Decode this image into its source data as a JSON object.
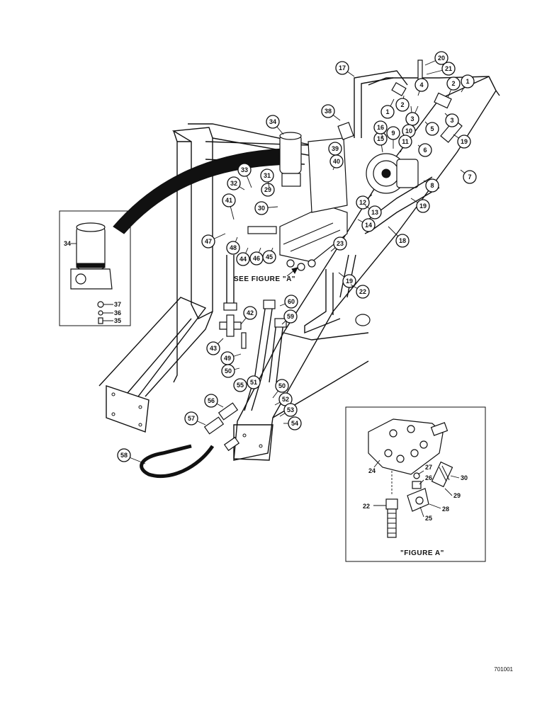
{
  "diagram": {
    "callouts": [
      {
        "id": "c1a",
        "label": "1"
      },
      {
        "id": "c2a",
        "label": "2"
      },
      {
        "id": "c3a",
        "label": "3"
      },
      {
        "id": "c4",
        "label": "4"
      },
      {
        "id": "c1b",
        "label": "1"
      },
      {
        "id": "c2b",
        "label": "2"
      },
      {
        "id": "c3b",
        "label": "3"
      },
      {
        "id": "c3c",
        "label": "3"
      },
      {
        "id": "c5",
        "label": "5"
      },
      {
        "id": "c6",
        "label": "6"
      },
      {
        "id": "c7",
        "label": "7"
      },
      {
        "id": "c8",
        "label": "8"
      },
      {
        "id": "c9",
        "label": "9"
      },
      {
        "id": "c10",
        "label": "10"
      },
      {
        "id": "c11",
        "label": "11"
      },
      {
        "id": "c12",
        "label": "12"
      },
      {
        "id": "c13",
        "label": "13"
      },
      {
        "id": "c14",
        "label": "14"
      },
      {
        "id": "c15",
        "label": "15"
      },
      {
        "id": "c16",
        "label": "16"
      },
      {
        "id": "c17",
        "label": "17"
      },
      {
        "id": "c18",
        "label": "18"
      },
      {
        "id": "c19a",
        "label": "19"
      },
      {
        "id": "c19b",
        "label": "19"
      },
      {
        "id": "c19c",
        "label": "19"
      },
      {
        "id": "c20",
        "label": "20"
      },
      {
        "id": "c21",
        "label": "21"
      },
      {
        "id": "c22",
        "label": "22"
      },
      {
        "id": "c23",
        "label": "23"
      },
      {
        "id": "c29",
        "label": "29"
      },
      {
        "id": "c30",
        "label": "30"
      },
      {
        "id": "c31",
        "label": "31"
      },
      {
        "id": "c32",
        "label": "32"
      },
      {
        "id": "c33",
        "label": "33"
      },
      {
        "id": "c34",
        "label": "34"
      },
      {
        "id": "c38",
        "label": "38"
      },
      {
        "id": "c39",
        "label": "39"
      },
      {
        "id": "c40",
        "label": "40"
      },
      {
        "id": "c41",
        "label": "41"
      },
      {
        "id": "c42",
        "label": "42"
      },
      {
        "id": "c43",
        "label": "43"
      },
      {
        "id": "c44",
        "label": "44"
      },
      {
        "id": "c45",
        "label": "45"
      },
      {
        "id": "c46",
        "label": "46"
      },
      {
        "id": "c47",
        "label": "47"
      },
      {
        "id": "c48",
        "label": "48"
      },
      {
        "id": "c49",
        "label": "49"
      },
      {
        "id": "c50a",
        "label": "50"
      },
      {
        "id": "c50b",
        "label": "50"
      },
      {
        "id": "c51",
        "label": "51"
      },
      {
        "id": "c52",
        "label": "52"
      },
      {
        "id": "c53",
        "label": "53"
      },
      {
        "id": "c54",
        "label": "54"
      },
      {
        "id": "c55",
        "label": "55"
      },
      {
        "id": "c56",
        "label": "56"
      },
      {
        "id": "c57",
        "label": "57"
      },
      {
        "id": "c58",
        "label": "58"
      },
      {
        "id": "c59",
        "label": "59"
      },
      {
        "id": "c60",
        "label": "60"
      }
    ],
    "see_figure_label": "SEE FIGURE \"A\"",
    "inset_filter": {
      "part_label": "34",
      "labels": [
        "37",
        "36",
        "35"
      ]
    },
    "figure_a": {
      "caption": "\"FIGURE A\"",
      "labels": [
        "24",
        "27",
        "26",
        "30",
        "29",
        "28",
        "25",
        "22"
      ]
    },
    "document_code": "701001"
  }
}
